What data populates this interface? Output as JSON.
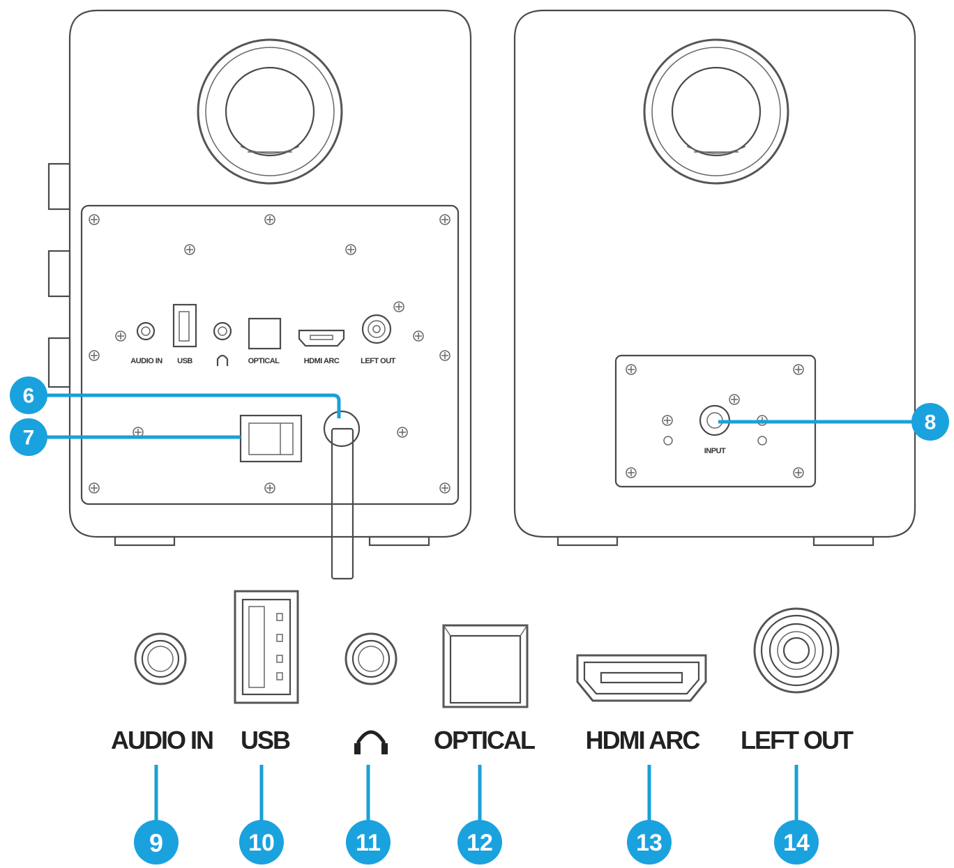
{
  "left_panel_labels": {
    "audio_in": "AUDIO IN",
    "usb": "USB",
    "optical": "OPTICAL",
    "hdmi_arc": "HDMI ARC",
    "left_out": "LEFT OUT"
  },
  "right_panel_labels": {
    "input": "INPUT"
  },
  "port_labels": {
    "audio_in": "AUDIO IN",
    "usb": "USB",
    "optical": "OPTICAL",
    "hdmi_arc": "HDMI ARC",
    "left_out": "LEFT OUT"
  },
  "callouts": {
    "c6": "6",
    "c7": "7",
    "c8": "8",
    "c9": "9",
    "c10": "10",
    "c11": "11",
    "c12": "12",
    "c13": "13",
    "c14": "14"
  },
  "colors": {
    "accent": "#1aa2de",
    "line": "#4a4a4a"
  }
}
